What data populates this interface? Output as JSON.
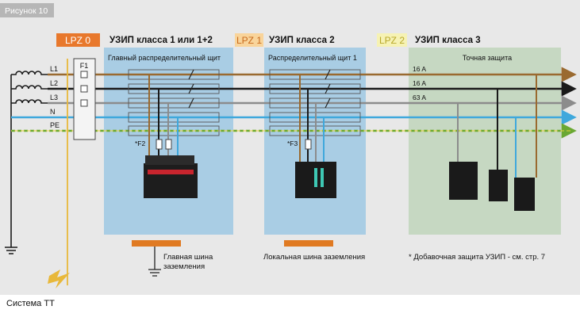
{
  "figure_badge": "Рисунок 10",
  "zones": [
    {
      "label": "LPZ 0",
      "fill": "#e8782c",
      "text_color": "#ffffff"
    },
    {
      "label": "LPZ 1",
      "fill": "#f9d49a",
      "text_color": "#c86a1c"
    },
    {
      "label": "LPZ 2",
      "fill": "#f6f2b4",
      "text_color": "#b8a82a"
    }
  ],
  "class_titles": [
    "УЗИП класса 1 или 1+2",
    "УЗИП класса 2",
    "УЗИП класса 3"
  ],
  "panels": [
    "Главный распределительный щит",
    "Распределительный щит 1",
    "Точная защита"
  ],
  "conductors": [
    {
      "label": "L1",
      "color": "#9a6a30"
    },
    {
      "label": "L2",
      "color": "#1a1a1a"
    },
    {
      "label": "L3",
      "color": "#8c8c8c"
    },
    {
      "label": "N",
      "color": "#3fa8dc"
    },
    {
      "label": "PE",
      "color": "#6aa832"
    }
  ],
  "breakers": [
    "16 A",
    "16 A",
    "63 A"
  ],
  "fuses": [
    "F1",
    "*F2",
    "*F3"
  ],
  "ground_bars": [
    {
      "label_lines": [
        "Главная шина",
        "заземления"
      ]
    },
    {
      "label_lines": [
        "Локальная шина заземления"
      ]
    }
  ],
  "footnote": "* Добавочная защита УЗИП - см. стр. 7",
  "caption": "Система TT"
}
